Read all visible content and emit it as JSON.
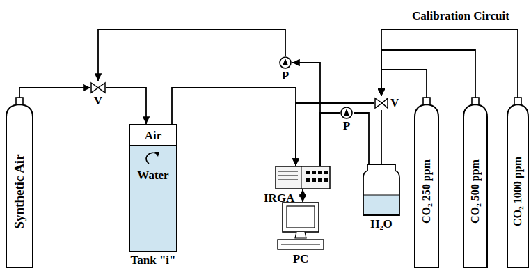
{
  "diagram": {
    "nodes": [
      {
        "text": [
          "Synthetic Air"
        ]
      },
      {
        "text": [
          "V"
        ]
      },
      {
        "text": [
          "Tank \"i\""
        ]
      },
      {
        "text": [
          "Air"
        ],
        "in": 2
      },
      {
        "text": [
          "Water"
        ],
        "in": 2
      },
      {
        "text": [
          "P"
        ]
      },
      {
        "text": [
          "IRGA"
        ]
      },
      {
        "text": [
          "PC"
        ]
      },
      {
        "text": [
          "P"
        ]
      },
      {
        "text": [
          "H₂O"
        ]
      },
      {
        "text": [
          "V"
        ]
      },
      {
        "text": [
          "CO₂ 250 ppm"
        ]
      },
      {
        "text": [
          "CO₂ 500 ppm"
        ]
      },
      {
        "text": [
          "CO₂ 1000 ppm"
        ]
      }
    ],
    "edges": [
      {
        "from": 0,
        "to": 1,
        "arrow": "to"
      },
      {
        "from": 1,
        "to": 2,
        "arrow": "to"
      },
      {
        "from": 2,
        "to": 6,
        "arrow": "to"
      },
      {
        "from": 10,
        "to": 6,
        "arrow": "to"
      },
      {
        "from": 6,
        "to": 5,
        "arrow": "to"
      },
      {
        "from": 5,
        "to": 1,
        "arrow": "to"
      },
      {
        "from": 6,
        "to": 7,
        "arrow": "both"
      },
      {
        "from": 9,
        "to": 8,
        "arrow": "none"
      },
      {
        "from": 8,
        "to": 6,
        "arrow": "none"
      },
      {
        "from": 10,
        "to": 9,
        "arrow": "none"
      },
      {
        "from": 11,
        "to": 10,
        "arrow": "to"
      },
      {
        "from": 12,
        "to": 10,
        "arrow": "to"
      },
      {
        "from": 13,
        "to": 10,
        "arrow": "to"
      }
    ],
    "labels": [
      "Calibration Circuit"
    ]
  }
}
